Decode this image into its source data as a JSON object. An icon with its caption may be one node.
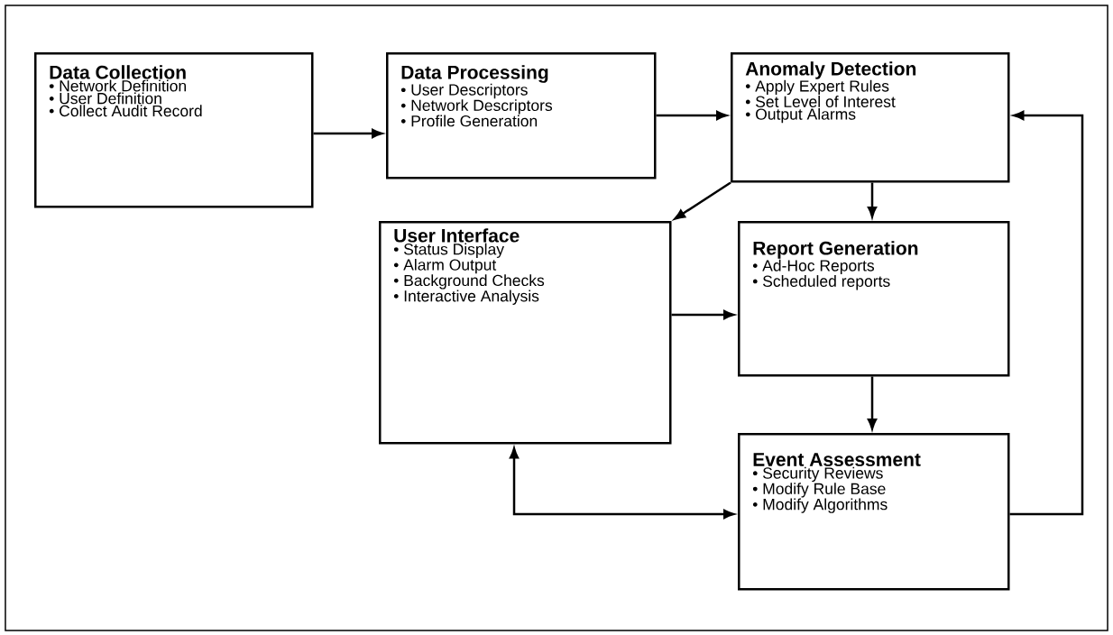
{
  "diagram": {
    "nodes": [
      {
        "text": [
          "Data Collection",
          "• Network Definition",
          "• User Definition",
          "• Collect Audit Record"
        ]
      },
      {
        "text": [
          "Data Processing",
          "• User Descriptors",
          "• Network Descriptors",
          "• Profile Generation"
        ]
      },
      {
        "text": [
          "Anomaly Detection",
          "• Apply Expert Rules",
          "• Set Level of Interest",
          "• Output Alarms"
        ]
      },
      {
        "text": [
          "User Interface",
          "• Status Display",
          "• Alarm Output",
          "• Background Checks",
          "• Interactive Analysis"
        ]
      },
      {
        "text": [
          "Report Generation",
          "• Ad-Hoc Reports",
          "• Scheduled reports"
        ]
      },
      {
        "text": [
          "Event Assessment",
          "• Security Reviews",
          "• Modify Rule Base",
          "• Modify Algorithms"
        ]
      }
    ],
    "edges": [
      {
        "from": 0,
        "to": 1,
        "arrow": "to"
      },
      {
        "from": 1,
        "to": 2,
        "arrow": "to"
      },
      {
        "from": 2,
        "to": 3,
        "arrow": "to"
      },
      {
        "from": 2,
        "to": 4,
        "arrow": "to"
      },
      {
        "from": 3,
        "to": 4,
        "arrow": "to"
      },
      {
        "from": 4,
        "to": 5,
        "arrow": "to"
      },
      {
        "from": 3,
        "to": 5,
        "arrow": "both"
      },
      {
        "from": 5,
        "to": 2,
        "arrow": "to"
      }
    ]
  }
}
